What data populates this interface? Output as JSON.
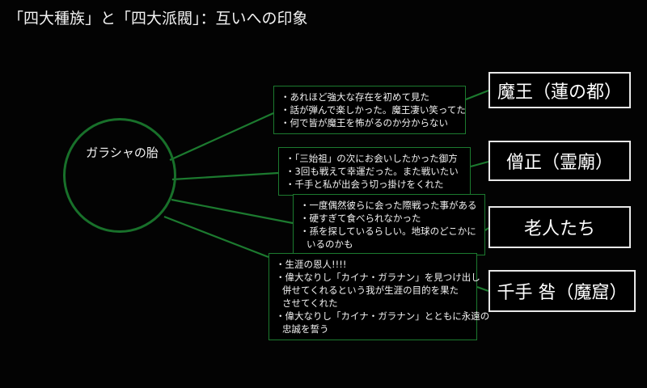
{
  "page": {
    "title": "「四大種族」と「四大派閥」：互いへの印象",
    "background_color": "#030303",
    "edge_color": "#1c7a2f",
    "node_border_color": "#18702a",
    "faction_border_color": "#e8e8e8",
    "text_color": "#f2f2f2"
  },
  "center_node": {
    "label": "ガラシャの胎",
    "shape": "circle"
  },
  "branches": [
    {
      "id": "branch-1",
      "faction": "魔王（蓮の都）",
      "notes": [
        {
          "text": "・あれほど強大な存在を初めて見た",
          "continuation": false
        },
        {
          "text": "・話が弾んで楽しかった。魔王凄い笑ってた",
          "continuation": false
        },
        {
          "text": "・何で皆が魔王を怖がるのか分からない",
          "continuation": false
        }
      ]
    },
    {
      "id": "branch-2",
      "faction": "僧正（霊廟）",
      "notes": [
        {
          "text": "・「三始祖」の次にお会いしたかった御方",
          "continuation": false
        },
        {
          "text": "・3回も戦えて幸運だった。また戦いたい",
          "continuation": false
        },
        {
          "text": "・千手と私が出会う切っ掛けをくれた",
          "continuation": false
        }
      ]
    },
    {
      "id": "branch-3",
      "faction": "老人たち",
      "notes": [
        {
          "text": "・一度偶然彼らに会った際戦った事がある",
          "continuation": false
        },
        {
          "text": "・硬すぎて食べられなかった",
          "continuation": false
        },
        {
          "text": "・孫を探しているらしい。地球のどこかに",
          "continuation": false
        },
        {
          "text": "いるのかも",
          "continuation": true
        }
      ]
    },
    {
      "id": "branch-4",
      "faction": "千手 咎（魔窟）",
      "notes": [
        {
          "text": "・生涯の恩人!!!!",
          "continuation": false
        },
        {
          "text": "・偉大なりし「カイナ・ガラナン」を見つけ出し",
          "continuation": false
        },
        {
          "text": "併せてくれるという我が生涯の目的を果た",
          "continuation": true
        },
        {
          "text": "させてくれた",
          "continuation": true
        },
        {
          "text": "・偉大なりし「カイナ・ガラナン」とともに永遠の",
          "continuation": false
        },
        {
          "text": "忠誠を誓う",
          "continuation": true
        }
      ]
    }
  ]
}
